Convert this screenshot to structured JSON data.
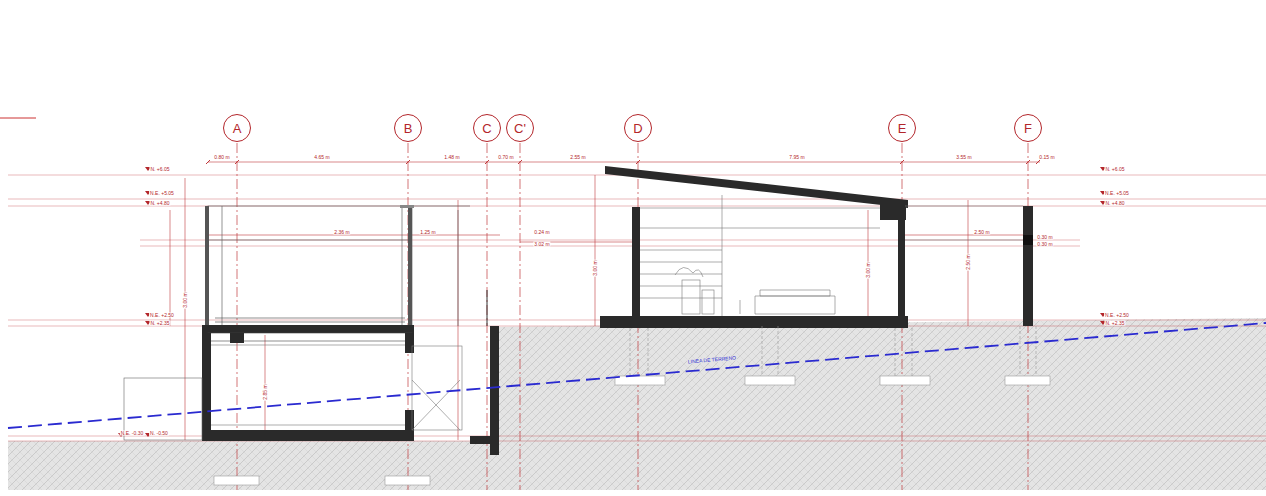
{
  "diagram": {
    "nodes": [
      {
        "text": [
          "A"
        ]
      },
      {
        "text": [
          "B"
        ]
      },
      {
        "text": [
          "C"
        ]
      },
      {
        "text": [
          "C'"
        ]
      },
      {
        "text": [
          "D"
        ]
      },
      {
        "text": [
          "E"
        ]
      },
      {
        "text": [
          "F"
        ]
      }
    ],
    "labels": [
      "0.80 m",
      "4.65 m",
      "1.48 m",
      "0.70 m",
      "2.55 m",
      "7.95 m",
      "3.55 m",
      "0.15 m",
      "N. +6.05",
      "N.E. +5.05",
      "N. +4.80",
      "N.E. +2.50",
      "N. +2.35",
      "N.E. -0.30",
      "N. -0.50",
      "N. +6.05",
      "N.E. +5.05",
      "N. +4.80",
      "N.E. +2.50",
      "N. +2.35",
      "2.36 m",
      "1.25 m",
      "0.24 m",
      "3.02 m",
      "2.50 m",
      "0.30 m",
      "0.30 m",
      "3.00 m",
      "3.00 m",
      "2.50 m",
      "3.00 m",
      "2.85 m",
      "LINEA DE TERRENO"
    ]
  }
}
